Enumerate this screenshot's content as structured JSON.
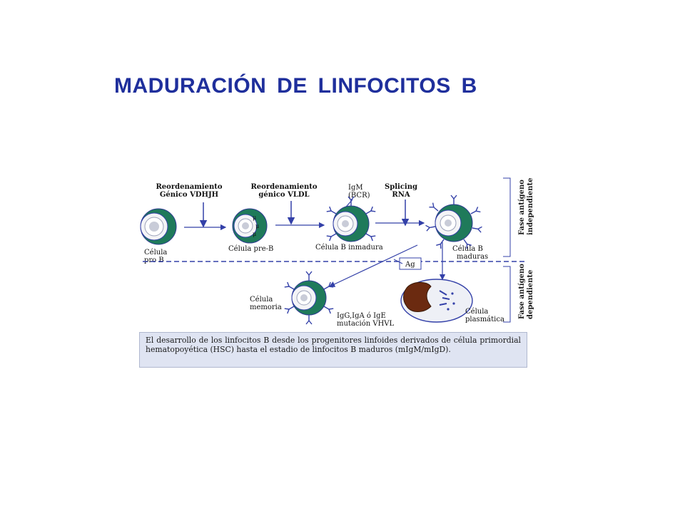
{
  "title": "MADURACIÓN DE LINFOCITOS B",
  "steps": {
    "step1": [
      "Reordenamiento",
      "Génico VDHJH"
    ],
    "step2": [
      "Reordenamiento",
      "génico VLDL"
    ],
    "step3": [
      "Splicing",
      "RNA"
    ],
    "igm": [
      "IgM",
      "(BCR)"
    ]
  },
  "cells": {
    "pro_b": [
      "Célula",
      "pro B"
    ],
    "pre_b": "Célula pre-B",
    "inmadura": "Célula B inmadura",
    "madura": [
      "Célula B",
      "maduras"
    ],
    "memoria": [
      "Célula",
      "memoria"
    ],
    "plasmatica": [
      "Célula",
      "plasmática"
    ]
  },
  "labels": {
    "ag": "Ag",
    "isotypes": [
      "IgG,IgA ó IgE",
      "mutación VHVL"
    ],
    "mu": "μ",
    "phase_independent": [
      "Fase antígeno",
      "independiente"
    ],
    "phase_dependent": [
      "Fase antígeno",
      "dependiente"
    ]
  },
  "caption": "El desarrollo de los linfocitos B desde los progenitores linfoides derivados de célula primordial hematopoyética (HSC) hasta el estadio de linfocitos B maduros (mIgM/mIgD).",
  "colors": {
    "title": "#1f2f9c",
    "cytoplasm": "#1f7a5a",
    "line": "#3340a8",
    "nucleus_plasma": "#6b2a10"
  }
}
